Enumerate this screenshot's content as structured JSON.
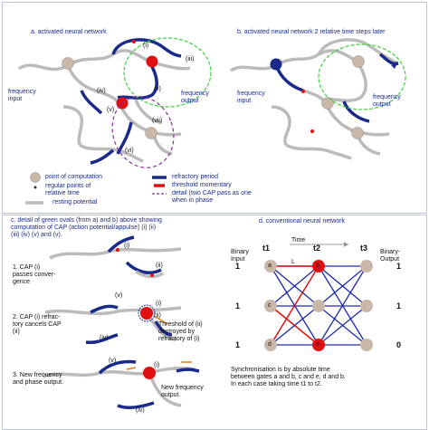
{
  "panel_a": {
    "title": "a. activated neural network",
    "freq_input": "frequency\ninput",
    "freq_output": "frequency\noutput",
    "roman": [
      "(i)",
      "(ii)",
      "(iii)",
      "(iv)",
      "(v)",
      "(vi)",
      "(vii)"
    ]
  },
  "panel_b": {
    "title": "b. activated neural network 2 relative time steps later",
    "freq_input": "frequency\ninput",
    "freq_output": "frequency\noutput"
  },
  "legend": {
    "point_of_computation": "point of computation",
    "regular_points": "regular points of\nrelative time",
    "resting_potential": "resting potential",
    "refractory_period": "refractory period",
    "threshold_momentary": "threshold momentary",
    "detail": "detail (two CAP pass as one\nwhen in phase"
  },
  "panel_c": {
    "title": "c. detail of green ovals (from a) and b) above showing\ncomputation of CAP (action potential/appulse) (i) (ii)\n(iii) (iv) (v) and (v).",
    "step1": "1. CAP (i)\npasses conver-\ngence",
    "step2": "2. CAP (i) refrac-\ntory cancels CAP\n(ii)",
    "step3": "3. New frequency\nand phase output.",
    "threshold_note": "Threshold of (ii)\ndestroyed by\nrefractory of (i)",
    "new_freq_note": "New frequency\noutput.",
    "marks": [
      "(i)",
      "(ii)",
      "(v)",
      "(i)",
      "(ii)",
      "(iv)",
      "(v)",
      "(i)",
      "(iv)"
    ]
  },
  "panel_d": {
    "title": "d. conventional neural network",
    "time": "Time",
    "t1": "t1",
    "t2": "t2",
    "t3": "t3",
    "binary_input": "Binary\nInput",
    "binary_output": "Binary-\nOutput",
    "L": "L",
    "inputs": [
      "1",
      "1",
      "1"
    ],
    "outputs": [
      "1",
      "1",
      "0"
    ],
    "nodes": {
      "a": "a",
      "b": "b",
      "c": "c",
      "d": "d",
      "e": "e"
    },
    "caption": "Synchronisation is by absolute time\nbetween gates a and b, c and e, d and b.\nIn each case taking time t1 to t2."
  }
}
